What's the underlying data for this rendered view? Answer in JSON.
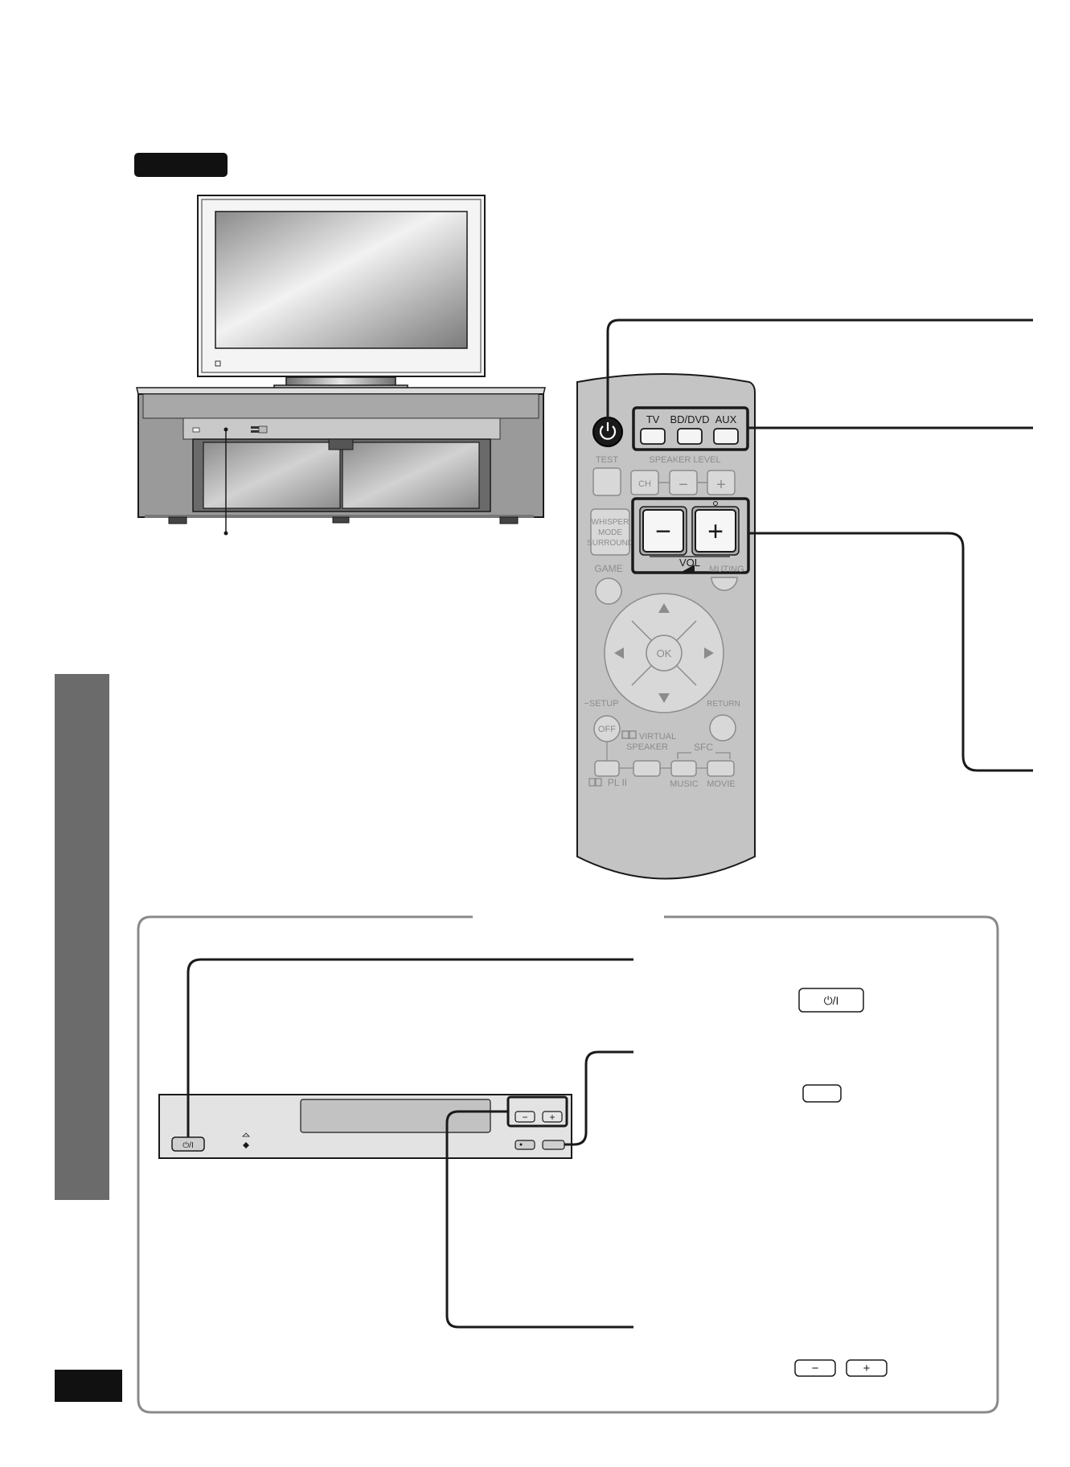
{
  "colors": {
    "outline": "#1a1a1a",
    "remote_body": "#c4c4c4",
    "remote_dim_button": "#d8d8d8",
    "dim_text": "#8c8c8c",
    "power_button": "#1a1a1a",
    "side_tab": "#6b6b6b",
    "black_tab": "#111111",
    "panel_border": "#8a8a8a",
    "rack_body": "#9a9a9a",
    "rack_dark": "#6a6a6a"
  },
  "remote": {
    "source_buttons": {
      "tv": "TV",
      "bd_dvd": "BD/DVD",
      "aux": "AUX"
    },
    "test_label": "TEST",
    "speaker_level_label": "SPEAKER LEVEL",
    "ch_label": "CH",
    "minus_label": "−",
    "plus_label": "+",
    "whisper_lines": [
      "WHISPER",
      "MODE",
      "SURROUND"
    ],
    "vol_minus": "−",
    "vol_plus": "+",
    "vol_label": "VOL",
    "muting_label": "MUTING",
    "game_label": "GAME",
    "ok_label": "OK",
    "setup_label": "−SETUP",
    "return_label": "RETURN",
    "off_label": "OFF",
    "virtual_label": "VIRTUAL",
    "speaker_label": "SPEAKER",
    "sfc_label": "SFC",
    "music_label": "MUSIC",
    "movie_label": "MOVIE",
    "pl_label": "PL II",
    "dolby_mark": "DD"
  },
  "main_unit": {
    "power_label": "⏻/I",
    "vol_minus": "−",
    "vol_plus": "+"
  },
  "legend": {
    "power_icon_label": "⏻/I",
    "minus_label": "−",
    "plus_label": "+"
  }
}
